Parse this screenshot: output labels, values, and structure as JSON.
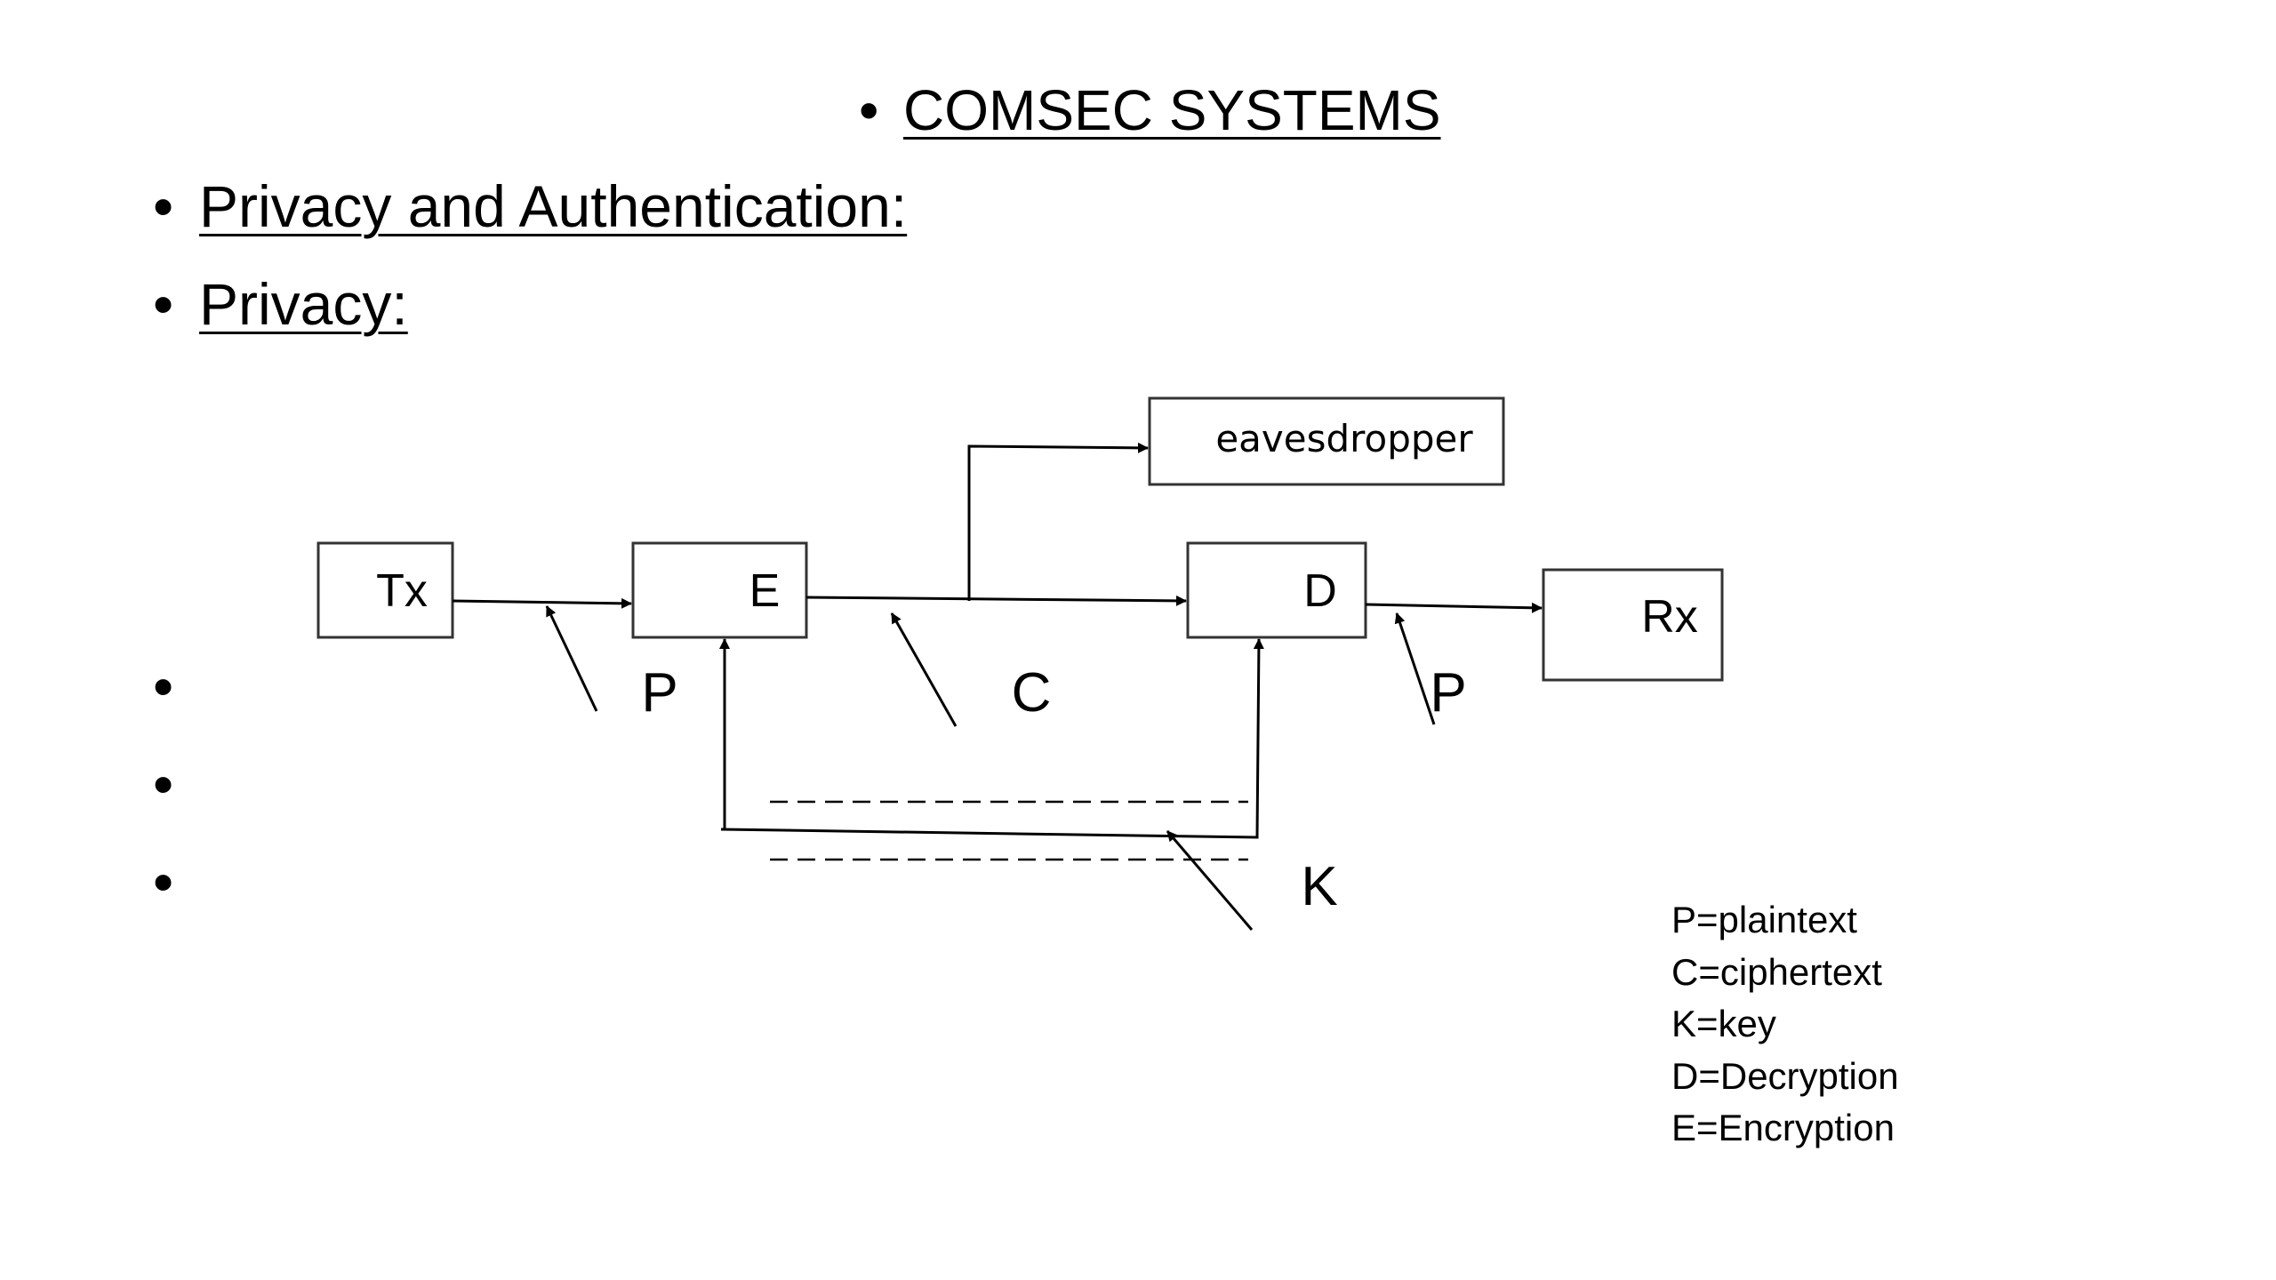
{
  "slide": {
    "title": "COMSEC SYSTEMS",
    "bullets": [
      "Privacy and Authentication:",
      "Privacy:"
    ],
    "empty_bullet_glyph": "•"
  },
  "diagram": {
    "blocks": {
      "tx": "Tx",
      "encrypt": "E",
      "decrypt": "D",
      "rx": "Rx",
      "eavesdropper": "eavesdropper"
    },
    "signal_labels": {
      "plaintext_in": "P",
      "ciphertext": "C",
      "plaintext_out": "P",
      "key": "K"
    }
  },
  "legend": [
    "P=plaintext",
    "C=ciphertext",
    "K=key",
    "D=Decryption",
    "E=Encryption"
  ],
  "colors": {
    "ink": "#000000",
    "box_border": "#333333",
    "background": "#ffffff"
  }
}
